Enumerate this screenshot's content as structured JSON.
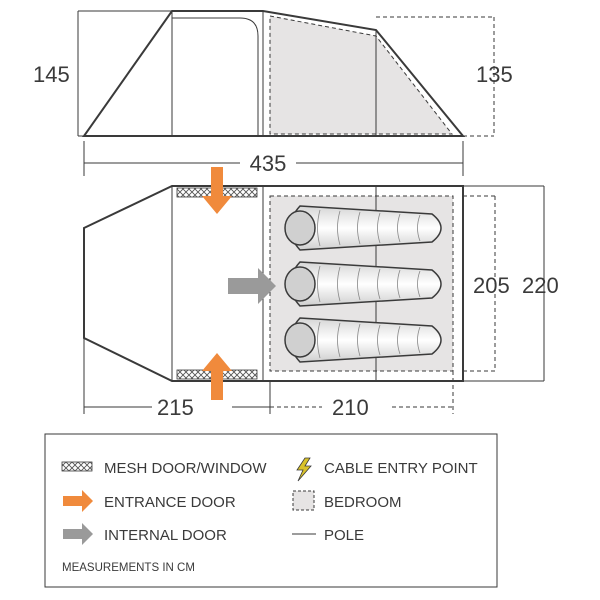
{
  "dimensions": {
    "side_height_front": "145",
    "side_height_rear": "135",
    "total_length": "435",
    "bedroom_width": "205",
    "total_width": "220",
    "porch_length": "215",
    "bedroom_length": "210"
  },
  "legend": {
    "mesh": "MESH DOOR/WINDOW",
    "cable": "CABLE ENTRY POINT",
    "entrance": "ENTRANCE DOOR",
    "bedroom": "BEDROOM",
    "internal": "INTERNAL DOOR",
    "pole": "POLE",
    "note": "MEASUREMENTS IN CM"
  },
  "colors": {
    "outline": "#3a3a3a",
    "bedroom_fill": "#e6e4e4",
    "entrance_arrow": "#f08a3c",
    "internal_arrow": "#9a9a9a",
    "cable_icon": "#d9c22a"
  }
}
